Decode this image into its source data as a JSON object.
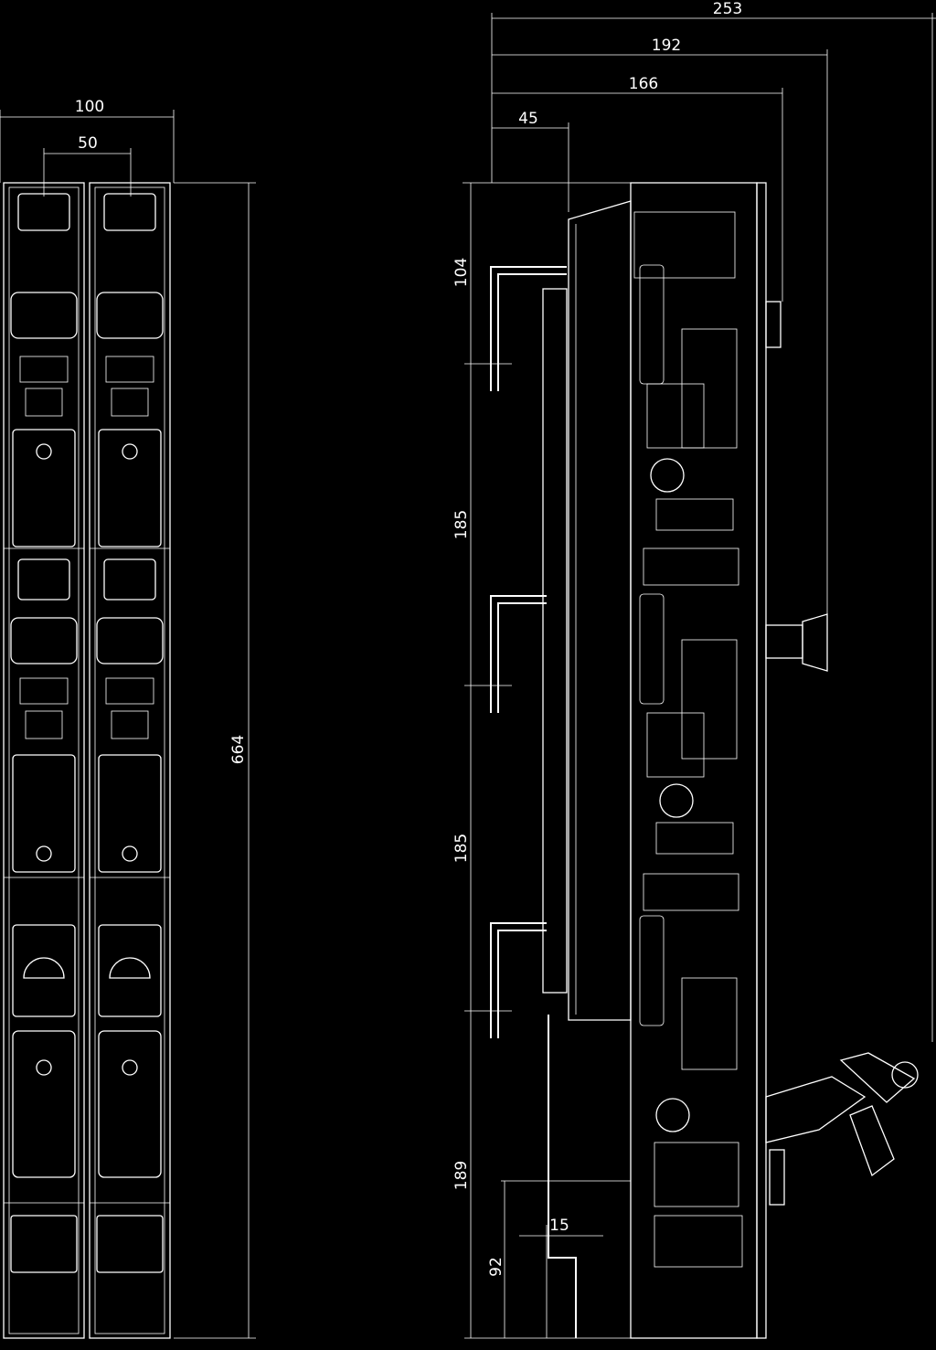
{
  "front_view": {
    "dimensions": {
      "overall_width": "100",
      "pitch": "50",
      "overall_height": "664"
    }
  },
  "side_view": {
    "dimensions": {
      "depth_max": "253",
      "depth_handle": "192",
      "depth_body": "166",
      "busbar_offset": "45",
      "top_to_busbar": "104",
      "busbar_spacing_1": "185",
      "busbar_spacing_2": "185",
      "busbar_to_terminal": "189",
      "terminal_height": "92",
      "terminal_offset": "15"
    }
  }
}
